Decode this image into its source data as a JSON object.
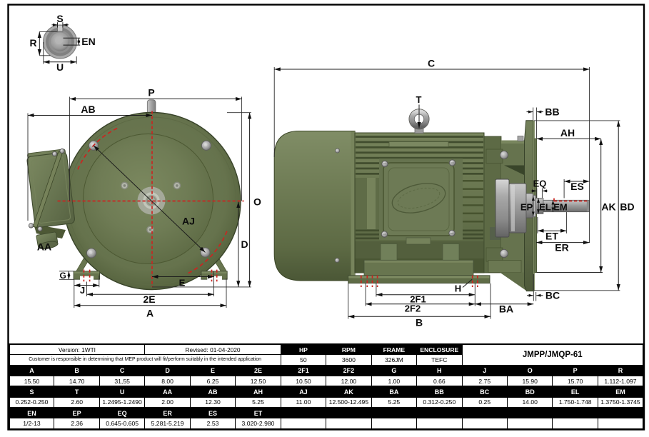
{
  "document": {
    "type": "motor-dimension-drawing",
    "model": "JMPP/JMQP-61",
    "version": "Version: 1WTI",
    "revised": "Revised: 01-04-2020",
    "note": "Customer is responsible in determining that MEP product will fit/perform suitably in the intended application"
  },
  "specs": {
    "headers": [
      "HP",
      "RPM",
      "FRAME",
      "ENCLOSURE"
    ],
    "values": [
      "50",
      "3600",
      "326JM",
      "TEFC"
    ]
  },
  "dimension_table": {
    "rows": [
      {
        "headers": [
          "A",
          "B",
          "C",
          "D",
          "E",
          "2E",
          "2F1",
          "2F2",
          "G",
          "H",
          "J",
          "O",
          "P",
          "R"
        ],
        "values": [
          "15.50",
          "14.70",
          "31,55",
          "8.00",
          "6.25",
          "12.50",
          "10.50",
          "12.00",
          "1.00",
          "0.66",
          "2.75",
          "15.90",
          "15.70",
          "1.112-1.097"
        ]
      },
      {
        "headers": [
          "S",
          "T",
          "U",
          "AA",
          "AB",
          "AH",
          "AJ",
          "AK",
          "BA",
          "BB",
          "BC",
          "BD",
          "EL",
          "EM"
        ],
        "values": [
          "0.252-0.250",
          "2.60",
          "1.2495-1.2490",
          "2.00",
          "12.30",
          "5.25",
          "11.00",
          "12.500-12.495",
          "5.25",
          "0.312-0.250",
          "0.25",
          "14.00",
          "1.750-1.748",
          "1.3750-1.3745"
        ]
      },
      {
        "headers": [
          "EN",
          "EP",
          "EQ",
          "ER",
          "ES",
          "ET",
          "",
          "",
          "",
          "",
          "",
          "",
          "",
          ""
        ],
        "values": [
          "1/2-13",
          "2.36",
          "0.645-0.605",
          "5.281-5.219",
          "2.53",
          "3.020-2.980",
          "",
          "",
          "",
          "",
          "",
          "",
          "",
          ""
        ]
      }
    ]
  },
  "front_view": {
    "labels": {
      "p": "P",
      "ab": "AB",
      "o": "O",
      "d": "D",
      "aj": "AJ",
      "aa": "AA",
      "g": "G",
      "j": "J",
      "e": "E",
      "two_e": "2E",
      "a": "A"
    }
  },
  "shaft_detail": {
    "labels": {
      "s": "S",
      "r": "R",
      "en": "EN",
      "u": "U"
    }
  },
  "side_view": {
    "labels": {
      "c": "C",
      "t": "T",
      "bb": "BB",
      "ah": "AH",
      "eq": "EQ",
      "es": "ES",
      "ep": "EP",
      "el": "EL",
      "em": "EM",
      "ak": "AK",
      "bd": "BD",
      "et": "ET",
      "er": "ER",
      "bc": "BC",
      "ba": "BA",
      "h": "H",
      "two_f1": "2F1",
      "two_f2": "2F2",
      "b": "B"
    }
  },
  "colors": {
    "body_olive": "#68754f",
    "accent_red": "#cc2420",
    "line": "#1c1c1c",
    "table_header_bg": "#000000",
    "table_header_fg": "#ffffff"
  }
}
